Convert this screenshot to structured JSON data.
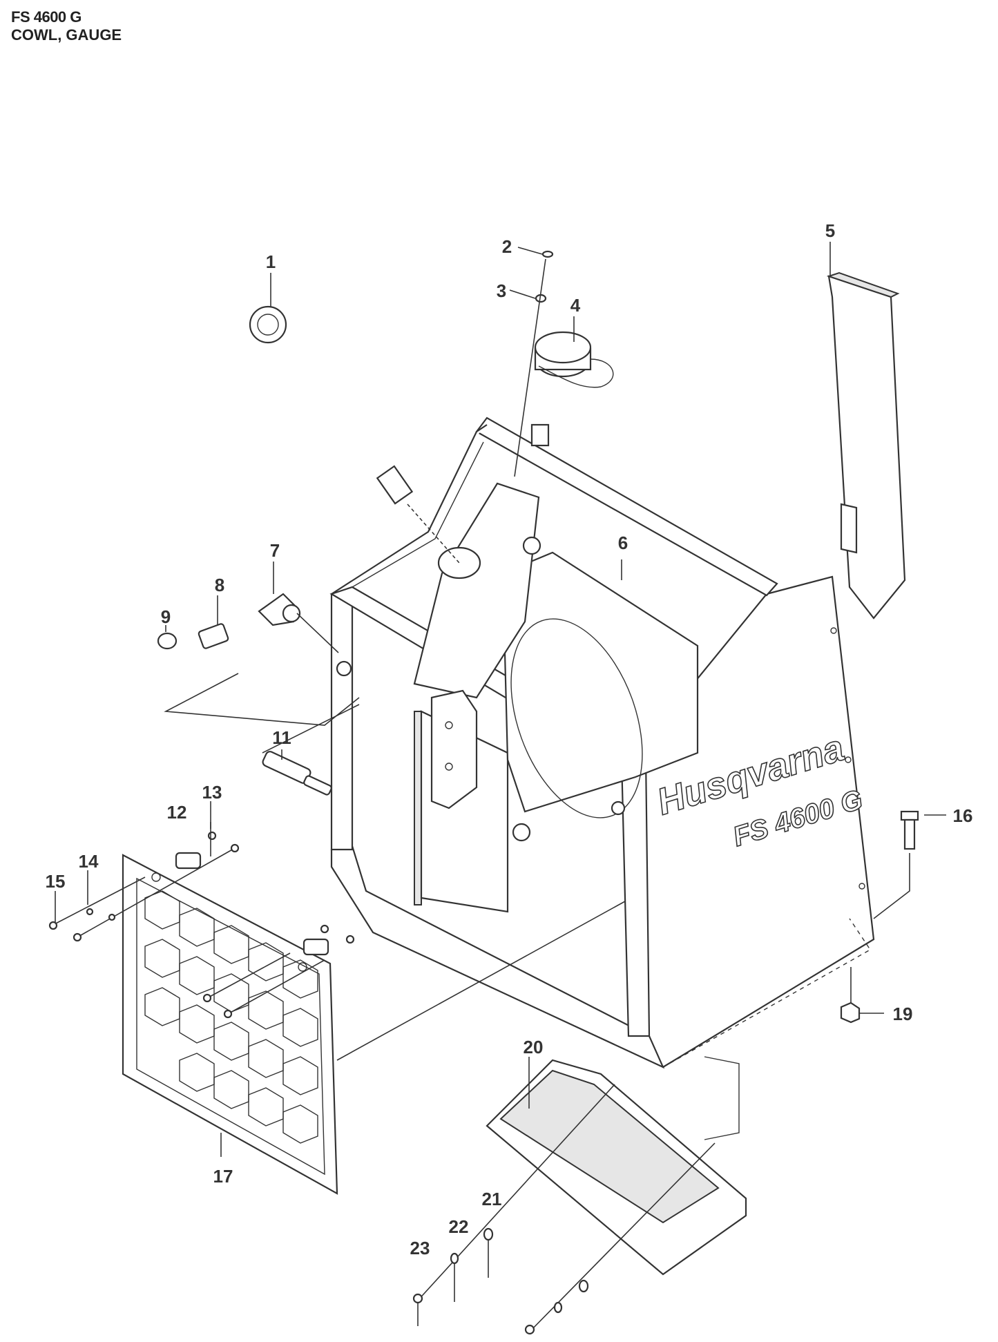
{
  "header": {
    "model": "FS 4600 G",
    "section": "COWL, GAUGE"
  },
  "branding": {
    "brand_text": "Husqvarna",
    "model_text": "FS 4600 G"
  },
  "callouts": {
    "c1": "1",
    "c2": "2",
    "c3": "3",
    "c4": "4",
    "c5": "5",
    "c6": "6",
    "c7": "7",
    "c8": "8",
    "c9": "9",
    "c11": "11",
    "c12": "12",
    "c13": "13",
    "c14": "14",
    "c15": "15",
    "c16": "16",
    "c17": "17",
    "c19": "19",
    "c20": "20",
    "c21": "21",
    "c22": "22",
    "c23": "23"
  }
}
